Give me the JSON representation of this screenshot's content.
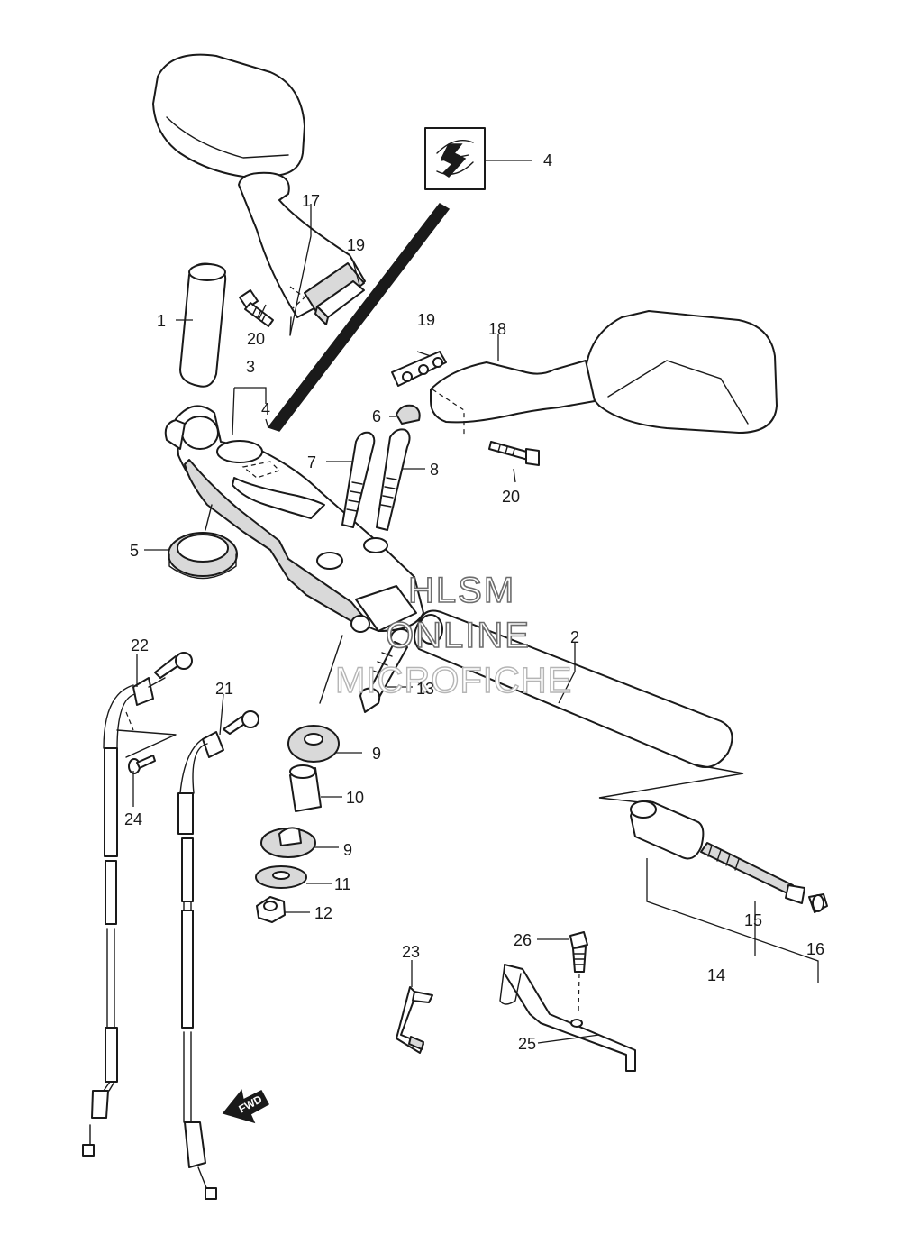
{
  "watermark": {
    "line1": "HLSM",
    "line2": "ONLINE",
    "line3": "MICROFICHE"
  },
  "fwd_arrow": {
    "label": "FWD"
  },
  "callouts": [
    {
      "id": "c1",
      "text": "1"
    },
    {
      "id": "c2",
      "text": "2"
    },
    {
      "id": "c3",
      "text": "3"
    },
    {
      "id": "c4a",
      "text": "4"
    },
    {
      "id": "c4b",
      "text": "4"
    },
    {
      "id": "c5",
      "text": "5"
    },
    {
      "id": "c6",
      "text": "6"
    },
    {
      "id": "c7",
      "text": "7"
    },
    {
      "id": "c8",
      "text": "8"
    },
    {
      "id": "c9a",
      "text": "9"
    },
    {
      "id": "c9b",
      "text": "9"
    },
    {
      "id": "c10",
      "text": "10"
    },
    {
      "id": "c11",
      "text": "11"
    },
    {
      "id": "c12",
      "text": "12"
    },
    {
      "id": "c13",
      "text": "13"
    },
    {
      "id": "c14",
      "text": "14"
    },
    {
      "id": "c15",
      "text": "15"
    },
    {
      "id": "c16",
      "text": "16"
    },
    {
      "id": "c17",
      "text": "17"
    },
    {
      "id": "c18",
      "text": "18"
    },
    {
      "id": "c19a",
      "text": "19"
    },
    {
      "id": "c19b",
      "text": "19"
    },
    {
      "id": "c20a",
      "text": "20"
    },
    {
      "id": "c20b",
      "text": "20"
    },
    {
      "id": "c21",
      "text": "21"
    },
    {
      "id": "c22",
      "text": "22"
    },
    {
      "id": "c23",
      "text": "23"
    },
    {
      "id": "c24",
      "text": "24"
    },
    {
      "id": "c25",
      "text": "25"
    },
    {
      "id": "c26",
      "text": "26"
    }
  ]
}
